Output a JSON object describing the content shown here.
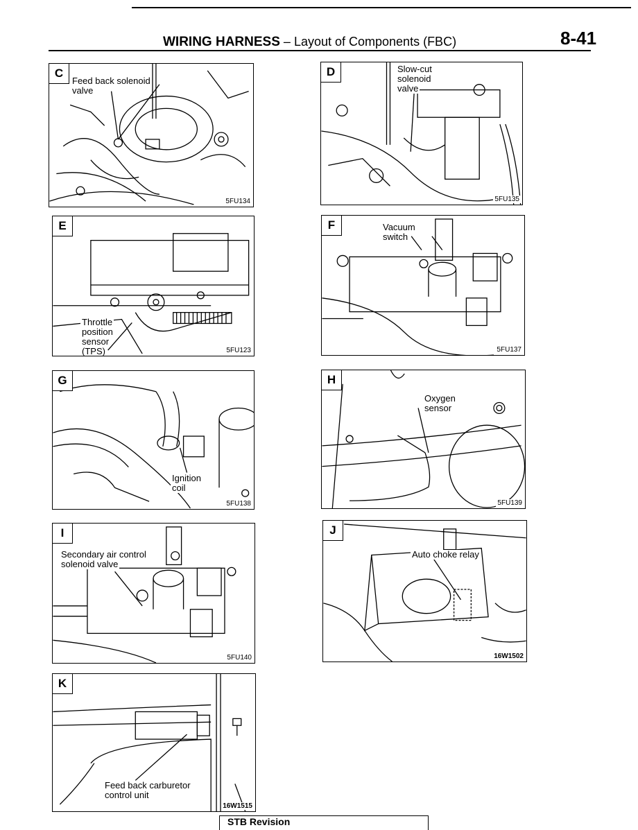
{
  "header": {
    "section": "WIRING HARNESS",
    "dash": "–",
    "subtitle": "Layout of Components (FBC)",
    "page_number": "8-41"
  },
  "panels": {
    "c": {
      "tag": "C",
      "labels": [
        "Feed back solenoid",
        "valve"
      ],
      "code": "5FU134"
    },
    "d": {
      "tag": "D",
      "labels": [
        "Slow-cut",
        "solenoid",
        "valve"
      ],
      "code": "5FU135"
    },
    "e": {
      "tag": "E",
      "labels": [
        "Throttle",
        "position",
        "sensor",
        "(TPS)"
      ],
      "code": "5FU123"
    },
    "f": {
      "tag": "F",
      "labels": [
        "Vacuum",
        "switch"
      ],
      "code": "5FU137"
    },
    "g": {
      "tag": "G",
      "labels": [
        "Ignition",
        "coil"
      ],
      "code": "5FU138"
    },
    "h": {
      "tag": "H",
      "labels": [
        "Oxygen",
        "sensor"
      ],
      "code": "5FU139"
    },
    "i": {
      "tag": "I",
      "labels": [
        "Secondary air control",
        "solenoid valve"
      ],
      "code": "5FU140"
    },
    "j": {
      "tag": "J",
      "labels": [
        "Auto choke relay"
      ],
      "code": "16W1502"
    },
    "k": {
      "tag": "K",
      "labels": [
        "Feed back carburetor",
        "control unit"
      ],
      "code": "16W1515"
    }
  },
  "footer": {
    "revision": "STB Revision"
  }
}
